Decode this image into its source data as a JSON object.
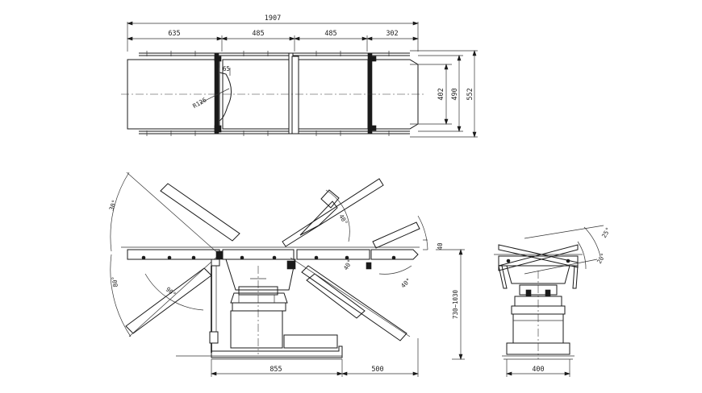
{
  "top_view": {
    "dims": {
      "overall": "1907",
      "seg1": "635",
      "seg2": "485",
      "seg3": "485",
      "seg4": "302",
      "inner_width": "402",
      "mid_width": "490",
      "outer_width": "552",
      "offset": "65",
      "radius": "R126"
    }
  },
  "side_view": {
    "dims": {
      "head_angle": "30°",
      "head_down_angle": "80°",
      "back_angle": "90°",
      "back_up_angle": "40°",
      "leg_down_angle": "40°",
      "leg_angle": "40°",
      "mattress": "40",
      "height": "730~1030",
      "base_left": "855",
      "base_right": "500"
    }
  },
  "end_view": {
    "dims": {
      "tilt_top": "25°",
      "tilt_bottom": "20°",
      "width": "400"
    }
  },
  "colors": {
    "line": "#1a1a1a",
    "background": "#ffffff"
  }
}
